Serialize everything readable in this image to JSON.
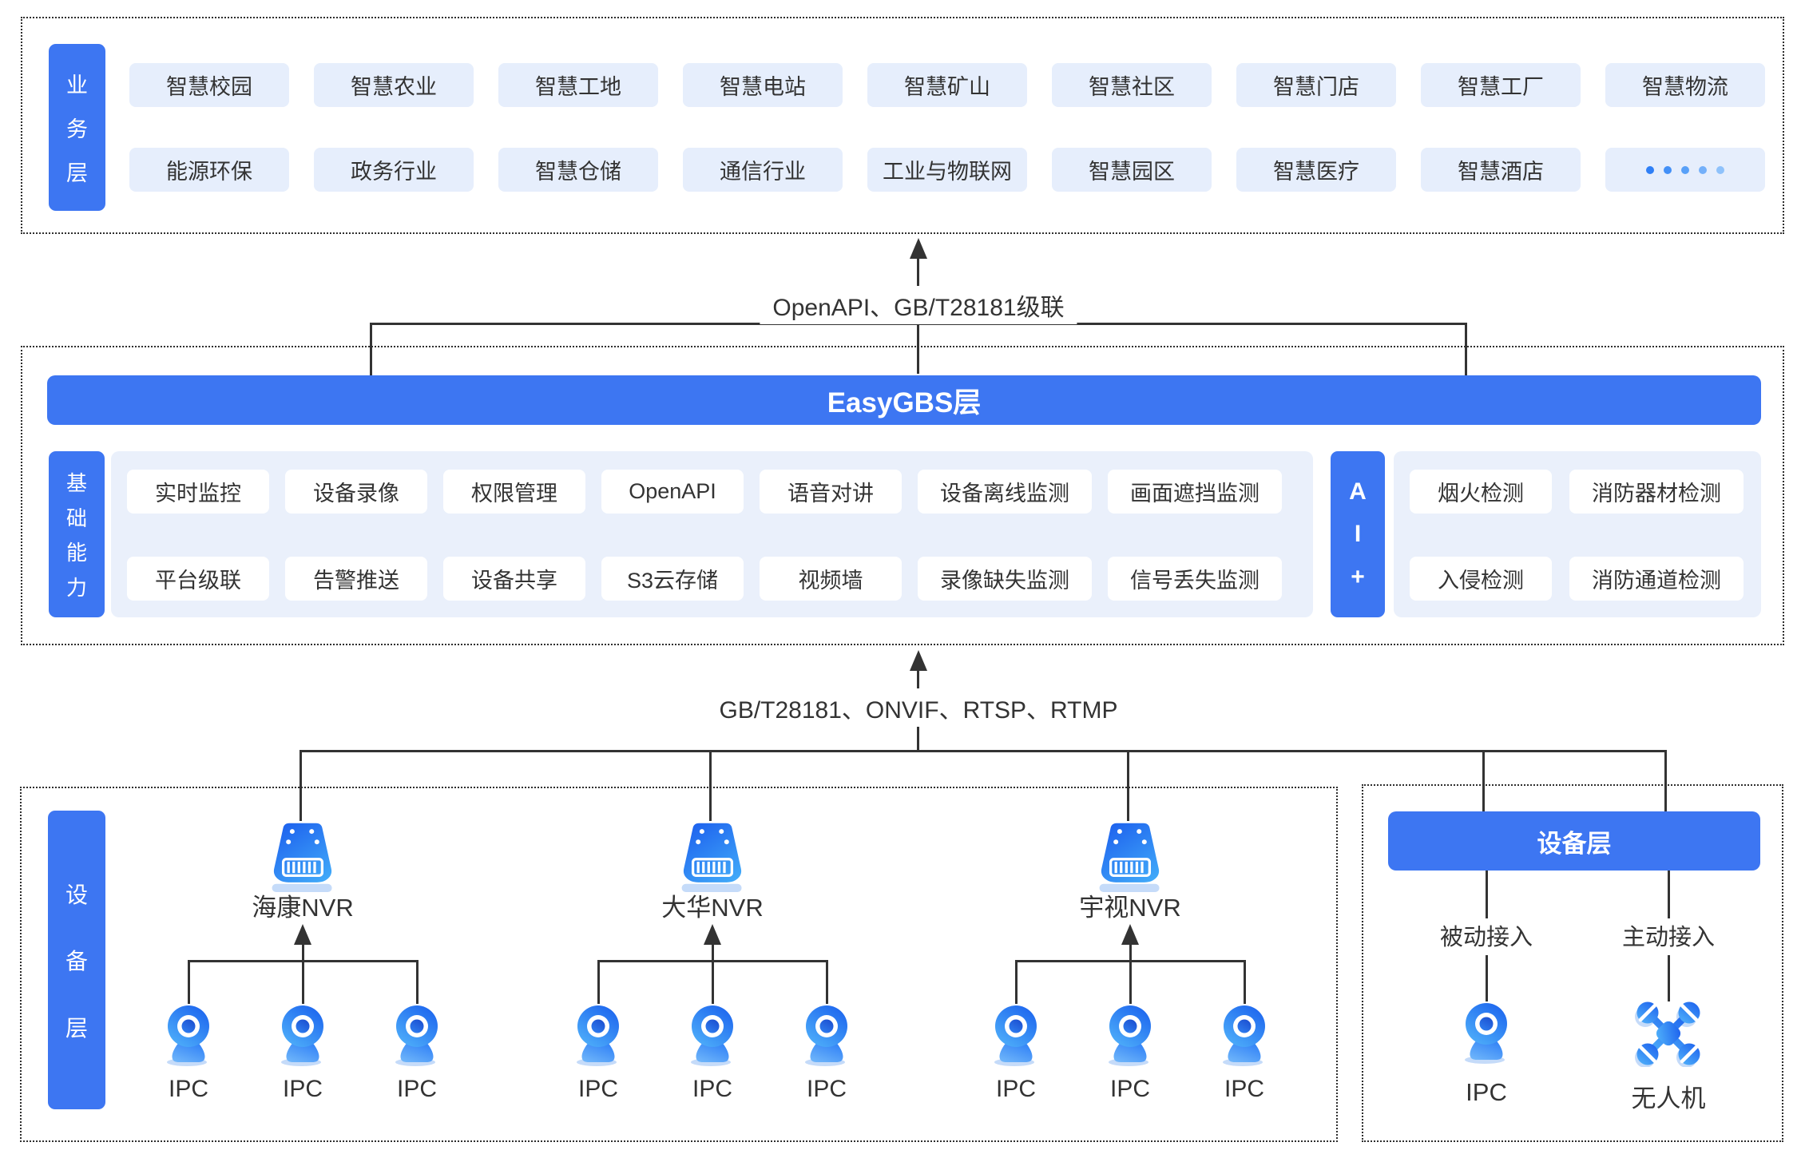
{
  "colors": {
    "primary_blue": "#3d76f2",
    "chip_bg": "#e6eefc",
    "container_bg": "#eaf0fb",
    "line": "#333333",
    "text": "#333333",
    "dots": [
      "#2f7ff6",
      "#4390f7",
      "#58a0f8",
      "#74b0fa",
      "#8fc2fb"
    ]
  },
  "business_layer": {
    "label": "业务层",
    "row1": [
      "智慧校园",
      "智慧农业",
      "智慧工地",
      "智慧电站",
      "智慧矿山",
      "智慧社区",
      "智慧门店",
      "智慧工厂",
      "智慧物流"
    ],
    "row2": [
      "能源环保",
      "政务行业",
      "智慧仓储",
      "通信行业",
      "工业与物联网",
      "智慧园区",
      "智慧医疗",
      "智慧酒店",
      {
        "type": "dots"
      }
    ]
  },
  "connector_top": {
    "label": "OpenAPI、GB/T28181级联"
  },
  "platform_layer": {
    "bar_title": "EasyGBS层",
    "base_label": "基础能力",
    "capabilities_row1": [
      "实时监控",
      "设备录像",
      "权限管理",
      "OpenAPI",
      "语音对讲",
      "设备离线监测",
      "画面遮挡监测"
    ],
    "capabilities_row2": [
      "平台级联",
      "告警推送",
      "设备共享",
      "S3云存储",
      "视频墙",
      "录像缺失监测",
      "信号丢失监测"
    ],
    "ai_label": "AI+",
    "ai_row1": [
      "烟火检测",
      "消防器材检测"
    ],
    "ai_row2": [
      "入侵检测",
      "消防通道检测"
    ]
  },
  "connector_bottom": {
    "label": "GB/T28181、ONVIF、RTSP、RTMP"
  },
  "device_layer": {
    "label": "设备层",
    "nvr_groups": [
      {
        "name": "海康NVR",
        "ipcs": [
          "IPC",
          "IPC",
          "IPC"
        ]
      },
      {
        "name": "大华NVR",
        "ipcs": [
          "IPC",
          "IPC",
          "IPC"
        ]
      },
      {
        "name": "宇视NVR",
        "ipcs": [
          "IPC",
          "IPC",
          "IPC"
        ]
      }
    ]
  },
  "access_panel": {
    "header": "设备层",
    "branches": [
      {
        "label": "被动接入",
        "device": "IPC"
      },
      {
        "label": "主动接入",
        "device": "无人机"
      }
    ]
  }
}
